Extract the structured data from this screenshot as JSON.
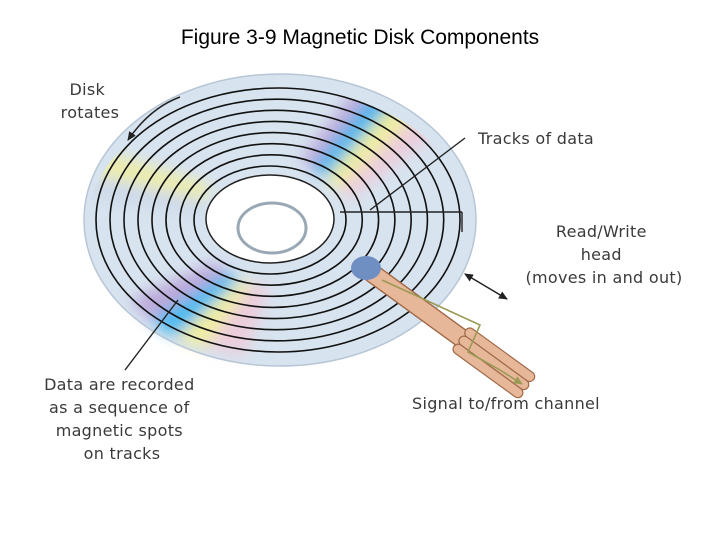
{
  "title": "Figure 3-9 Magnetic Disk Components",
  "labels": {
    "disk_rotates": [
      "Disk",
      "rotates"
    ],
    "tracks_of_data": "Tracks of data",
    "read_write_head": [
      "Read/Write",
      "head",
      "(moves in and out)"
    ],
    "data_recorded": [
      "Data are recorded",
      "as a sequence of",
      "magnetic spots",
      "on tracks"
    ],
    "signal": "Signal to/from channel"
  },
  "colors": {
    "platter": "#d7e3ef",
    "track_line": "#111111",
    "arm": "#e7b79a",
    "arm_outline": "#a06a48",
    "head": "#6f8fc2",
    "signal_wire": "#9a9a55",
    "stripe_blue": "#38b6f0",
    "stripe_yellow": "#f3ef9a",
    "stripe_purple": "#b9a3d8",
    "stripe_pink": "#f0c9d8"
  },
  "track_count": 8,
  "icons": [
    "rotation-arrow-icon",
    "double-headed-arrow-icon",
    "signal-arrow-icon"
  ]
}
